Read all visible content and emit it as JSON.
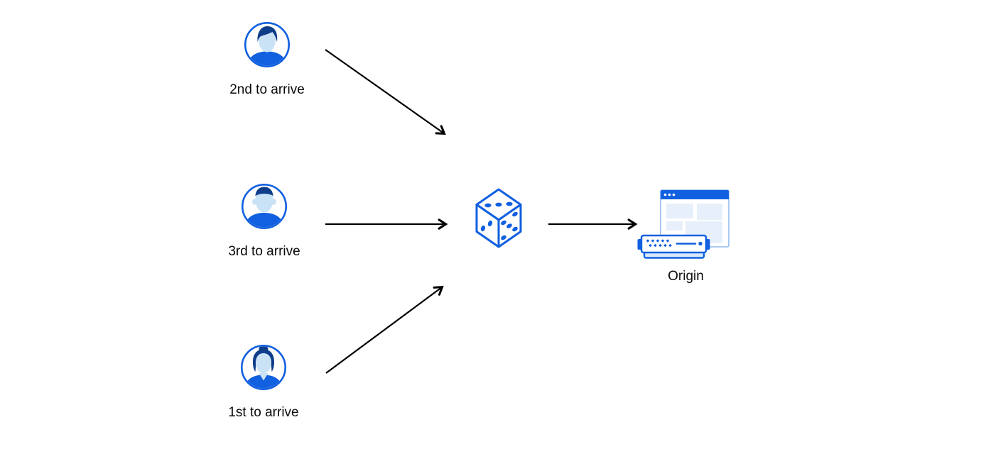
{
  "diagram": {
    "type": "flow-diagram",
    "nodes": {
      "user_top": {
        "label": "2nd to arrive",
        "icon": "male-user-avatar-icon"
      },
      "user_middle": {
        "label": "3rd to arrive",
        "icon": "male-user-avatar-icon"
      },
      "user_bottom": {
        "label": "1st to arrive",
        "icon": "female-user-avatar-icon"
      },
      "randomizer": {
        "icon": "dice-icon",
        "pips_visible": {
          "top_face": 3,
          "left_face": 2,
          "right_face": 5
        }
      },
      "origin": {
        "label": "Origin",
        "icon": "origin-server-icon"
      }
    },
    "edges": [
      {
        "from": "user_top",
        "to": "randomizer",
        "style": "arrow"
      },
      {
        "from": "user_middle",
        "to": "randomizer",
        "style": "arrow"
      },
      {
        "from": "user_bottom",
        "to": "randomizer",
        "style": "arrow"
      },
      {
        "from": "randomizer",
        "to": "origin",
        "style": "arrow"
      }
    ],
    "colors": {
      "primary-blue": "#1160e0",
      "navy-hair": "#0e3d8a",
      "skin-light-blue": "#c9e2f6",
      "pale-panel-blue": "#e7f0fa",
      "window-border-blue": "#9dc2ef",
      "server-base-blue": "#d8e8fb",
      "arrow-black": "#000000",
      "label-text": "#0a0a0a",
      "background": "#ffffff"
    }
  }
}
